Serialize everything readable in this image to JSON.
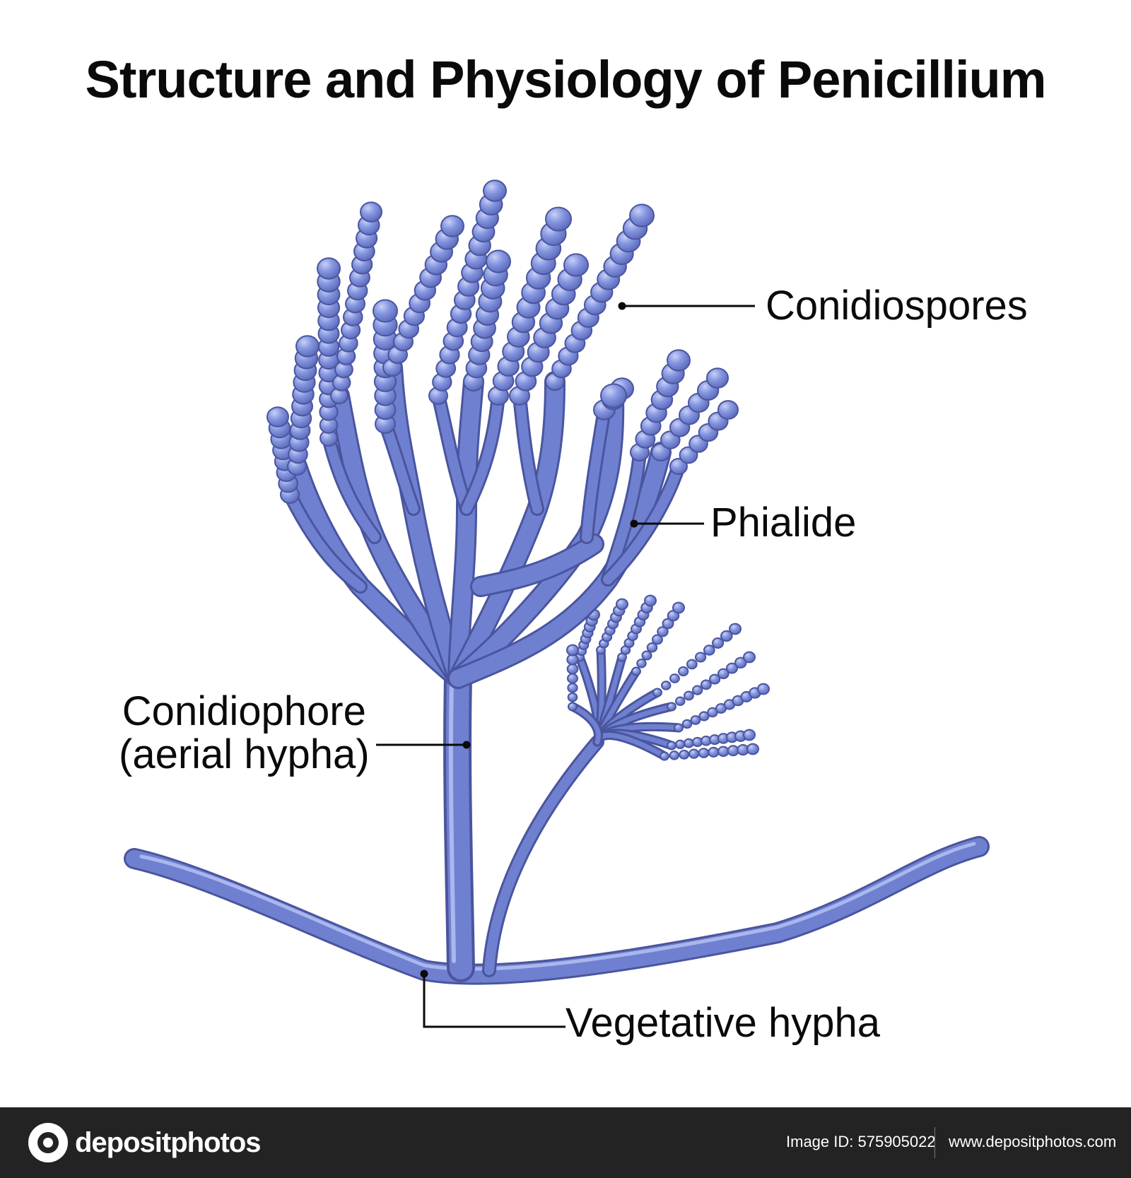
{
  "diagram": {
    "title": "Structure and Physiology of Penicillium",
    "labels": {
      "conidiospores": "Conidiospores",
      "phialide": "Phialide",
      "conidiophore_line1": "Conidiophore",
      "conidiophore_line2": "(aerial hypha)",
      "vegetative_hypha": "Vegetative hypha"
    },
    "colors": {
      "hypha_fill": "#6f80d0",
      "hypha_outline": "#4a559e",
      "spore_fill": "#7d8fdc",
      "spore_highlight": "#c7d0f5",
      "leader_line": "#0a0a0a"
    }
  },
  "footer": {
    "brand": "depositphotos",
    "brand_icon": "camera-aperture-icon",
    "image_id": "Image ID: 575905022",
    "site_url": "www.depositphotos.com"
  }
}
